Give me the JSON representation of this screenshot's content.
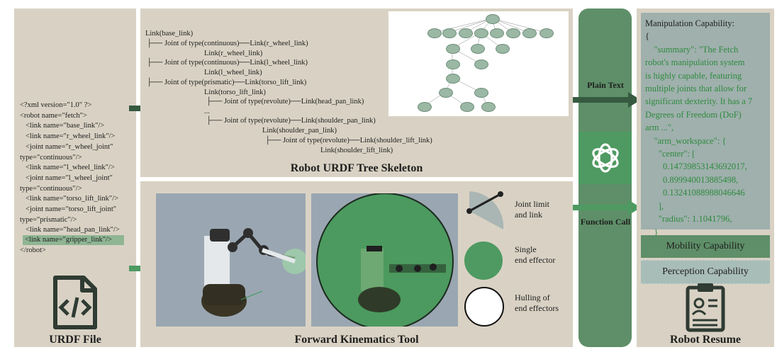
{
  "colors": {
    "panel_bg": "#d9d2c4",
    "arrow": "#365a40",
    "green_dark": "#5e8f68",
    "green_mid": "#4e9a62",
    "json_bg": "#9fb0ad",
    "json_text": "#2f8a3e",
    "sim_bg": "#9aa7b2"
  },
  "urdf_file": {
    "caption": "URDF File",
    "icon": "code-file-icon",
    "lines": [
      "<?xml version=\"1.0\" ?>",
      "<robot name=\"fetch\">",
      "  <link name=\"base_link\"/>",
      "  <link name=\"r_wheel_link\"/>",
      "  <joint name=\"r_wheel_joint\"",
      "type=\"continuous\"/>",
      "  <link name=\"l_wheel_link\"/>",
      "  <joint name=\"l_wheel_joint\"",
      "type=\"continuous\"/>",
      "  <link name=\"torso_lift_link\"/>",
      "  <joint name=\"torso_lift_joint\"",
      "type=\"prismatic\"/>",
      "  <link name=\"head_pan_link\"/>"
    ],
    "highlight_line": "<link name=\"gripper_link\"/>",
    "closing_line": "</robot>"
  },
  "tree": {
    "caption": "Robot URDF Tree Skeleton",
    "lines": [
      "Link(base_link)",
      "├── Joint of type(continuous)──Link(r_wheel_link)",
      "Link(r_wheel_link)",
      "├── Joint of type(continuous)──Link(l_wheel_link)",
      "Link(l_wheel_link)",
      "├── Joint of type(prismatic)──Link(torso_lift_link)",
      "Link(torso_lift_link)",
      "├── Joint of type(revolute)──Link(head_pan_link)",
      "...",
      "├── Joint of type(revolute)──Link(shoulder_pan_link)",
      "Link(shoulder_pan_link)",
      "├── Joint of type(revolute)──Link(shoulder_lift_link)",
      "Link(shoulder_lift_link)"
    ]
  },
  "fk": {
    "caption": "Forward Kinematics Tool",
    "legend": [
      {
        "icon": "joint-limit-icon",
        "label": "Joint limit\nand link"
      },
      {
        "icon": "single-end-effector-icon",
        "label": "Single\nend effector"
      },
      {
        "icon": "hull-end-effectors-icon",
        "label": "Hulling of\nend effectors"
      }
    ]
  },
  "llm": {
    "icon": "openai-logo-icon",
    "plain_text_label": "Plain Text",
    "function_call_label": "Function Call"
  },
  "resume": {
    "caption": "Robot Resume",
    "icon": "resume-clipboard-icon",
    "json_lines": [
      "Manipulation Capability:",
      "{",
      "    \"summary\": \"The Fetch",
      "robot's manipulation system",
      "is highly capable, featuring",
      "multiple joints that allow for",
      "significant dexterity. It has a 7",
      "Degrees of Freedom (DoF)",
      "arm ...\",",
      "    \"arm_workspace\": {",
      "      \"center\": [",
      "        0.14739853143692017,",
      "        0.899940013885498,",
      "        0.13241088988046646",
      "      ],",
      "      \"radius\": 1.1041796,",
      "    }",
      "  }"
    ],
    "mobility_label": "Mobility Capability",
    "perception_label": "Perception Capability"
  }
}
